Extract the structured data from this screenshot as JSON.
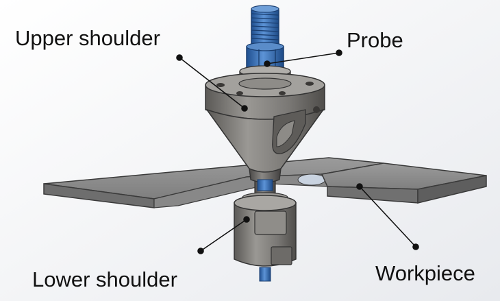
{
  "labels": {
    "upper_shoulder": "Upper shoulder",
    "probe": "Probe",
    "lower_shoulder": "Lower shoulder",
    "workpiece": "Workpiece"
  },
  "colors": {
    "probe_blue": "#3d73b8",
    "tool_gray": "#7d7b78",
    "plate_gray": "#8e8e8e",
    "background": "#ffffff",
    "leader_line": "#111111"
  }
}
